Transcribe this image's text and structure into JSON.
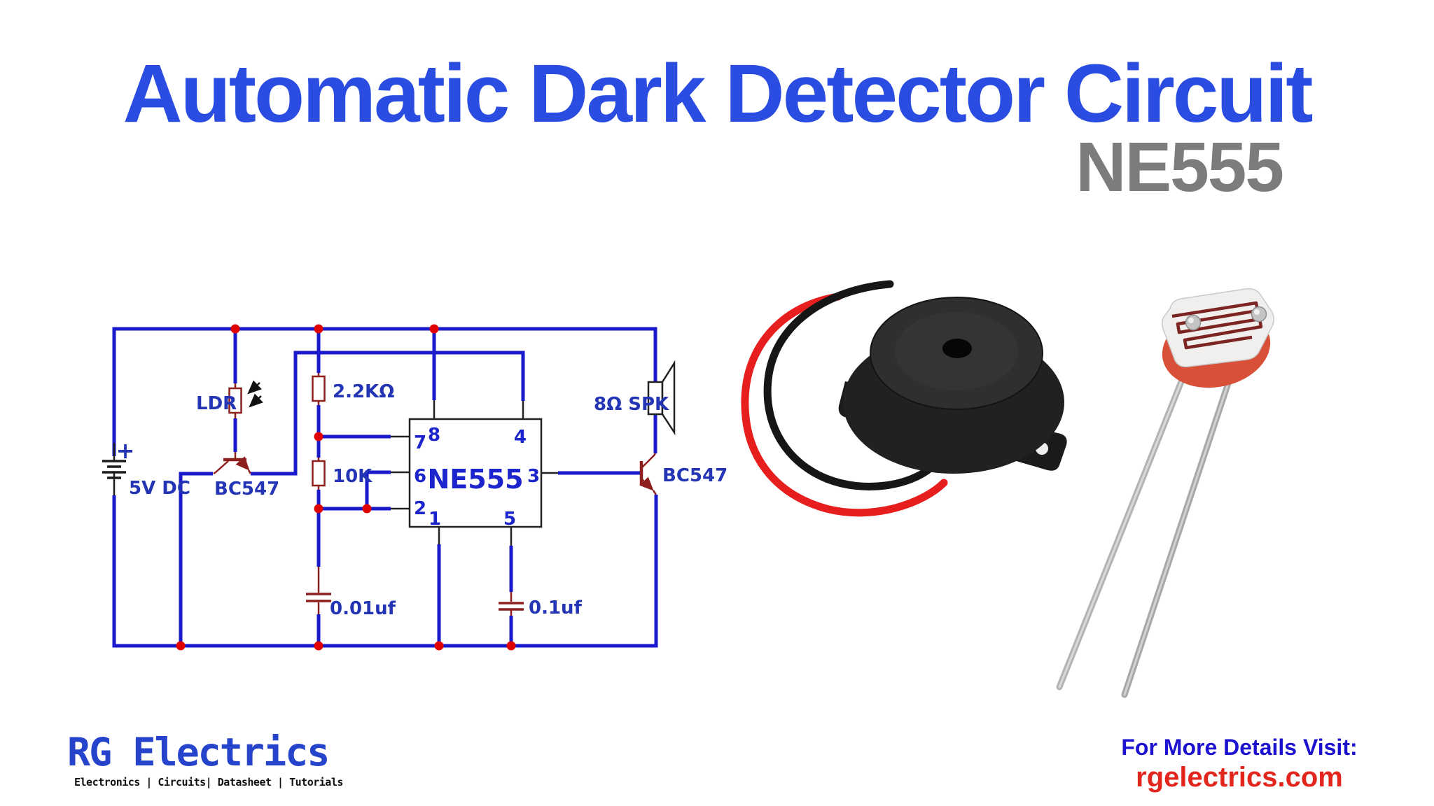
{
  "header": {
    "title": "Automatic Dark Detector Circuit",
    "subtitle": "NE555"
  },
  "circuit": {
    "battery": {
      "plus": "+",
      "label": "5V DC"
    },
    "ldr_label": "LDR",
    "q1_label": "BC547",
    "r1_label": "2.2KΩ",
    "r2_label": "10K",
    "ic_label": "NE555",
    "pins": {
      "p1": "1",
      "p2": "2",
      "p3": "3",
      "p4": "4",
      "p5": "5",
      "p6": "6",
      "p7": "7",
      "p8": "8"
    },
    "c1_label": "0.01uf",
    "c2_label": "0.1uf",
    "spk_label": "8Ω SPK",
    "q2_label": "BC547"
  },
  "footer": {
    "logo_title": "RG Electrics",
    "logo_tagline": "Electronics | Circuits| Datasheet | Tutorials",
    "visit_text": "For More Details Visit:",
    "visit_site": "rgelectrics.com"
  },
  "colors": {
    "title_blue": "#2a4ce0",
    "subtitle_gray": "#7c7c7c",
    "wire_blue": "#1a1acd",
    "component_red": "#8d1f1f",
    "junction_red": "#e00000",
    "label_blue": "#2335b5",
    "logo_blue": "#2543cb",
    "visit_blue": "#1d12cf",
    "visit_red": "#e3261d"
  }
}
